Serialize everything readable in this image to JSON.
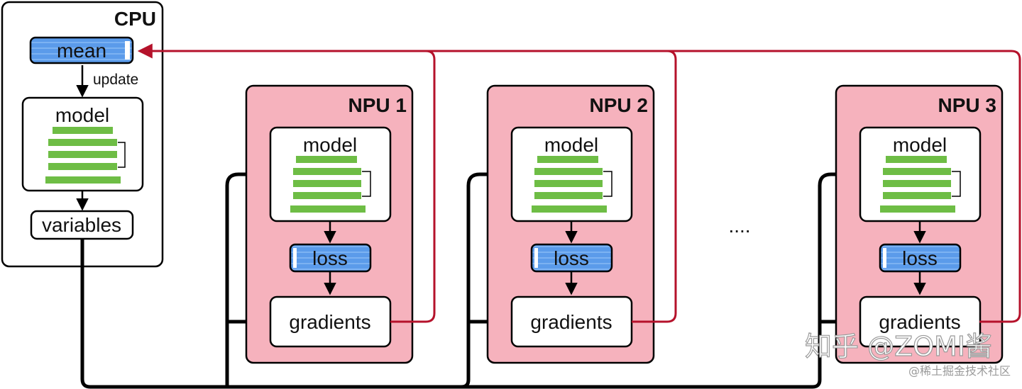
{
  "cpu": {
    "title": "CPU",
    "mean_label": "mean",
    "update_label": "update",
    "model_label": "model",
    "variables_label": "variables"
  },
  "npus": [
    {
      "title": "NPU 1",
      "model_label": "model",
      "loss_label": "loss",
      "gradients_label": "gradients"
    },
    {
      "title": "NPU 2",
      "model_label": "model",
      "loss_label": "loss",
      "gradients_label": "gradients"
    },
    {
      "title": "NPU 3",
      "model_label": "model",
      "loss_label": "loss",
      "gradients_label": "gradients"
    }
  ],
  "ellipsis": "....",
  "watermark": {
    "main": "知乎 @ZOMI酱",
    "sub": "@稀土掘金技术社区"
  },
  "colors": {
    "npu_fill": "#f6b2bd",
    "layer_green": "#6ebd45",
    "blue_tag": "#5b9bea",
    "red_line": "#b5122b",
    "black_line": "#000000"
  }
}
